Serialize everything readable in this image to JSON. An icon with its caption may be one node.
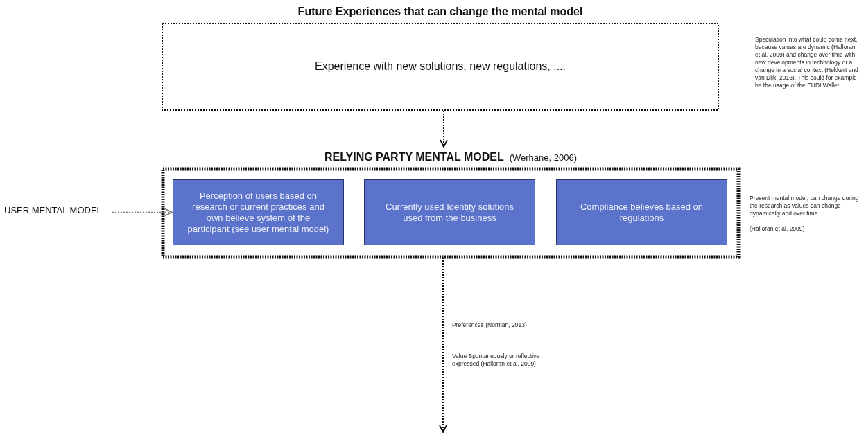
{
  "diagram": {
    "nodes": [
      {
        "text": [
          "Future Experiences that can change the mental model",
          "Experience with new solutions, new regulations, ...."
        ]
      },
      {
        "text": [
          "RELYING PARTY MENTAL MODEL",
          "(Werhane, 2006)"
        ],
        "beside": [
          "Present mental model, can change during the research as values can change dynamically and over time",
          "(Halloran et al. 2009)"
        ]
      },
      {
        "text": [
          "Perception of users based on research or current practices and own believe system of the participant (see user mental model)"
        ],
        "in": 1
      },
      {
        "text": [
          "Currently used Identity solutions used from the business"
        ],
        "in": 1
      },
      {
        "text": [
          "Compliance believes based on regulations"
        ],
        "in": 1
      },
      {
        "text": [
          "USER MENTAL MODEL"
        ]
      }
    ],
    "edges": [
      {
        "from": 0,
        "to": 1,
        "arrow": "to"
      },
      {
        "from": 5,
        "to": 2,
        "arrow": "to",
        "color": "#777777"
      },
      {
        "from": 1,
        "to": null,
        "arrow": "to"
      }
    ],
    "labels": [
      "Speculation into what could come next, because values are dynamic (Halloran et al. 2009) and change over time with new developments in technology or a change in a social context (Hekkert and van Dijk, 2016). This could for example be the usage of the EUDI Wallet",
      "Preferences (Norman, 2013)",
      "Value Spontaneously or reflective expressed (Halloran et al. 2009)"
    ]
  }
}
